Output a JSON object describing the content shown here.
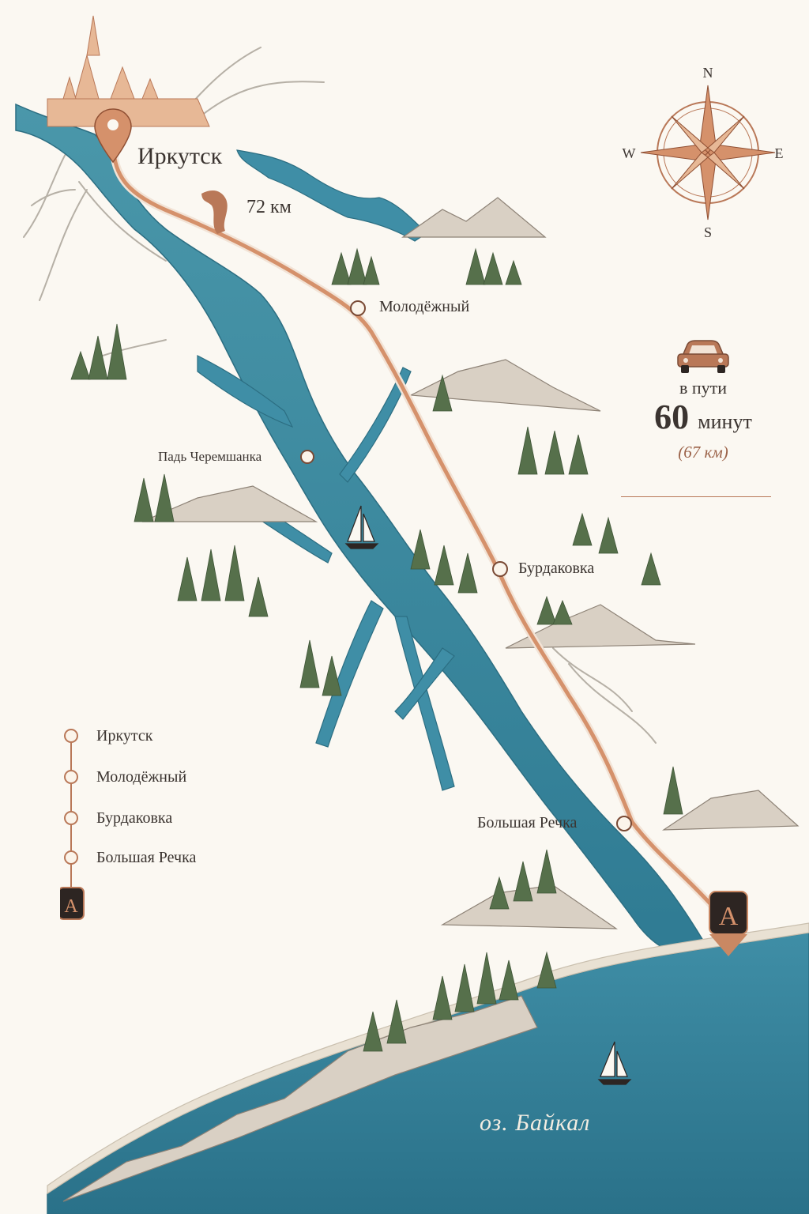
{
  "title": "",
  "start_city": "Иркутск",
  "route_distance": "72 км",
  "stops": [
    {
      "name": "Молодёжный"
    },
    {
      "name": "Падь Черемшанка"
    },
    {
      "name": "Бурдаковка"
    },
    {
      "name": "Большая Речка"
    }
  ],
  "compass": {
    "n": "N",
    "e": "E",
    "s": "S",
    "w": "W"
  },
  "travel_info": {
    "prefix": "в пути",
    "duration_number": "60",
    "duration_unit": "минут",
    "distance_note": "(67 км)",
    "car_icon": "car-icon"
  },
  "legend": {
    "items": [
      "Иркутск",
      "Молодёжный",
      "Бурдаковка",
      "Большая Речка"
    ],
    "end_marker_icon": "monogram-a-icon"
  },
  "end_marker_letter": "A",
  "lake_label": "оз. Байкал",
  "colors": {
    "background": "#fbf8f2",
    "water": "#3b8aa0",
    "route": "#d5916b",
    "accent": "#b97858",
    "forest": "#4f6b45",
    "mountain": "#b2a79a",
    "marker_dark": "#2d2522"
  }
}
